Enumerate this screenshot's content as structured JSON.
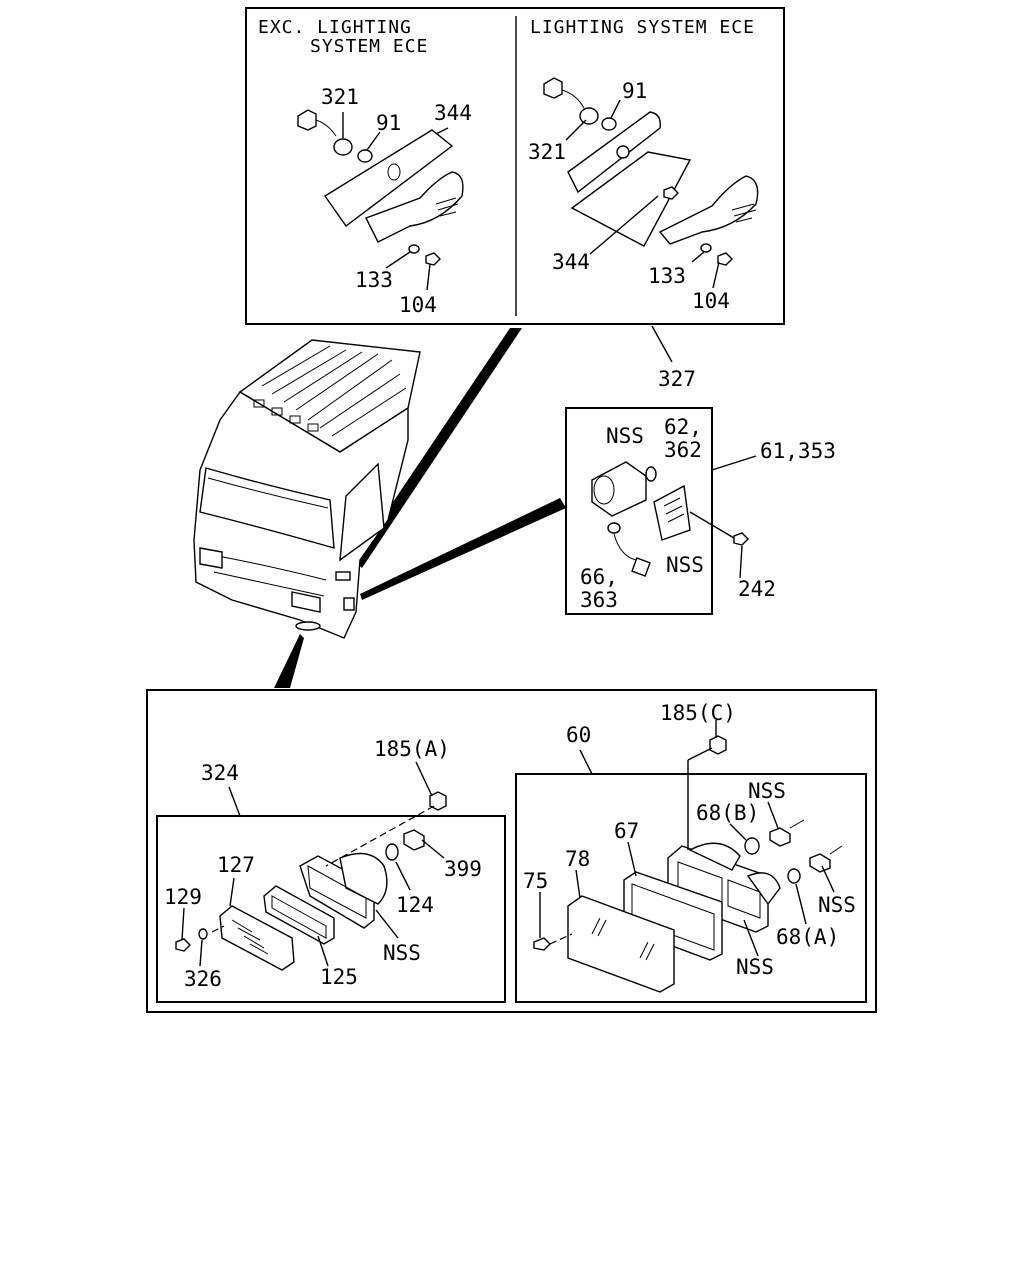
{
  "panels": {
    "exc_header_line1": "EXC. LIGHTING",
    "exc_header_line2": "SYSTEM ECE",
    "ece_header": "LIGHTING SYSTEM ECE"
  },
  "labels": {
    "l321a": "321",
    "l91a": "91",
    "l344a": "344",
    "l133a": "133",
    "l104a": "104",
    "l91b": "91",
    "l321b": "321",
    "l344b": "344",
    "l133b": "133",
    "l104b": "104",
    "l327": "327",
    "lnss1": "NSS",
    "l62": "62,",
    "l362": "362",
    "l61": "61,353",
    "l66": "66,",
    "l363": "363",
    "lnss2": "NSS",
    "l242": "242",
    "l324": "324",
    "l185a": "185(A)",
    "l127": "127",
    "l129": "129",
    "l326": "326",
    "l125": "125",
    "l124": "124",
    "l399": "399",
    "lnss3": "NSS",
    "l60": "60",
    "l185c": "185(C)",
    "l67": "67",
    "l78": "78",
    "l75": "75",
    "l68b": "68(B)",
    "lnss4": "NSS",
    "lnss5": "NSS",
    "l68a": "68(A)",
    "lnss6": "NSS"
  }
}
